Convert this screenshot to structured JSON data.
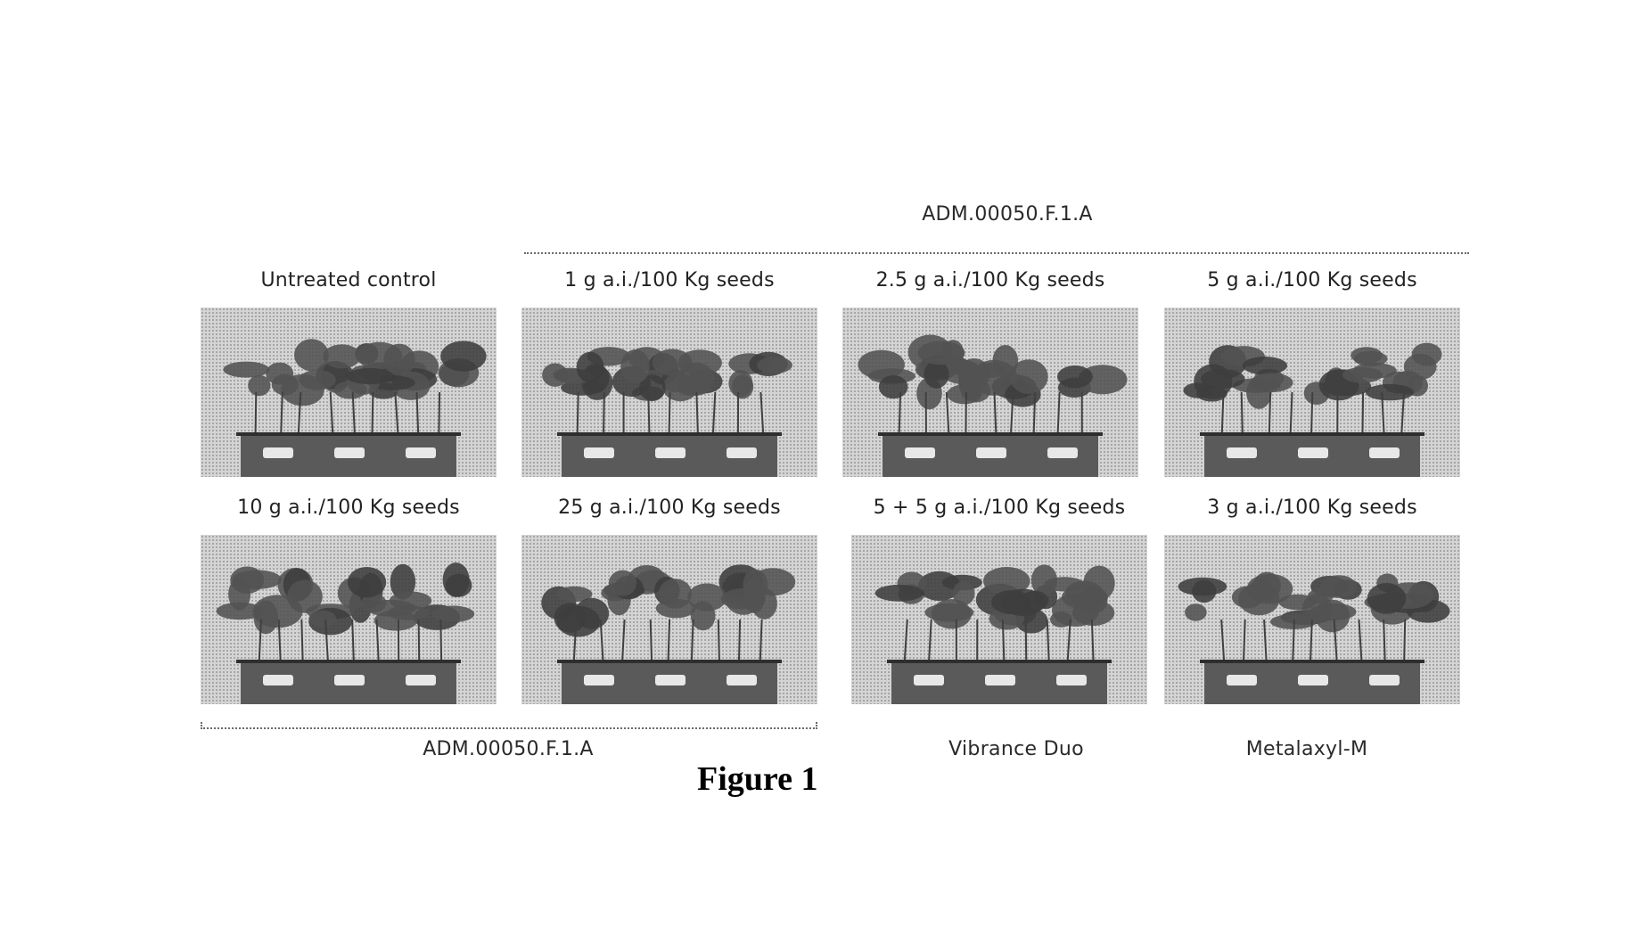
{
  "figure": {
    "caption": "Figure 1",
    "top_group_label": "ADM.00050.F.1.A",
    "bottom_group_label": "ADM.00050.F.1.A",
    "reference_labels": [
      "Vibrance Duo",
      "Metalaxyl-M"
    ]
  },
  "panels": [
    {
      "label": "Untreated control"
    },
    {
      "label": "1 g a.i./100 Kg seeds"
    },
    {
      "label": "2.5 g a.i./100 Kg seeds"
    },
    {
      "label": "5 g a.i./100 Kg seeds"
    },
    {
      "label": "10 g a.i./100 Kg seeds"
    },
    {
      "label": "25 g a.i./100 Kg seeds"
    },
    {
      "label": "5 + 5 g a.i./100 Kg seeds"
    },
    {
      "label": "3 g a.i./100 Kg seeds"
    }
  ]
}
